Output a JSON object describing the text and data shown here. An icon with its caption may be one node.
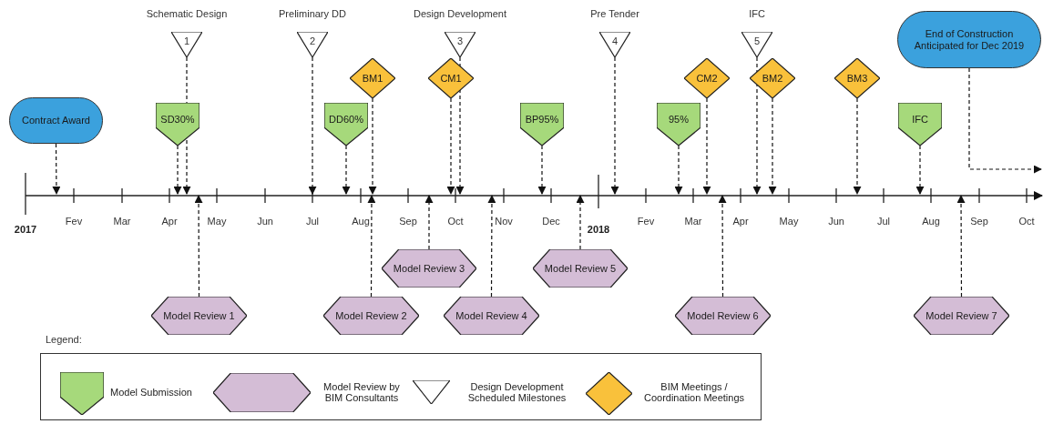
{
  "diagram": {
    "nodes": [
      {
        "text": [
          "Contract Award"
        ]
      },
      {
        "text": [
          "Schematic Design",
          "1"
        ]
      },
      {
        "text": [
          "SD30%"
        ]
      },
      {
        "text": [
          "Model Review 1"
        ]
      },
      {
        "text": [
          "Preliminary DD",
          "2"
        ]
      },
      {
        "text": [
          "DD60%"
        ]
      },
      {
        "text": [
          "BM1"
        ]
      },
      {
        "text": [
          "Model Review 2"
        ]
      },
      {
        "text": [
          "Design Development",
          "3"
        ]
      },
      {
        "text": [
          "CM1"
        ]
      },
      {
        "text": [
          "Model Review 3"
        ]
      },
      {
        "text": [
          "Model Review 4"
        ]
      },
      {
        "text": [
          "BP95%"
        ]
      },
      {
        "text": [
          "Model Review 5"
        ]
      },
      {
        "text": [
          "Pre Tender",
          "4"
        ]
      },
      {
        "text": [
          "95%"
        ]
      },
      {
        "text": [
          "CM2"
        ]
      },
      {
        "text": [
          "Model Review 6"
        ]
      },
      {
        "text": [
          "IFC",
          "5"
        ]
      },
      {
        "text": [
          "BM2"
        ]
      },
      {
        "text": [
          "BM3"
        ]
      },
      {
        "text": [
          "IFC"
        ]
      },
      {
        "text": [
          "Model Review 7"
        ]
      },
      {
        "text": [
          "End of Construction Anticipated for Dec 2019"
        ]
      }
    ],
    "edges": [
      {
        "from": 0,
        "to": null,
        "arrow": "to",
        "style": "dashed"
      },
      {
        "from": 1,
        "to": null,
        "arrow": "to",
        "style": "dashed"
      },
      {
        "from": 2,
        "to": null,
        "arrow": "to",
        "style": "dashed"
      },
      {
        "from": 3,
        "to": null,
        "arrow": "to",
        "style": "dashed"
      },
      {
        "from": 4,
        "to": null,
        "arrow": "to",
        "style": "dashed"
      },
      {
        "from": 5,
        "to": null,
        "arrow": "to",
        "style": "dashed"
      },
      {
        "from": 6,
        "to": null,
        "arrow": "to",
        "style": "dashed"
      },
      {
        "from": 7,
        "to": null,
        "arrow": "to",
        "style": "dashed"
      },
      {
        "from": 8,
        "to": null,
        "arrow": "to",
        "style": "dashed"
      },
      {
        "from": 9,
        "to": null,
        "arrow": "to",
        "style": "dashed"
      },
      {
        "from": 10,
        "to": null,
        "arrow": "to",
        "style": "dashed"
      },
      {
        "from": 11,
        "to": null,
        "arrow": "to",
        "style": "dashed"
      },
      {
        "from": 12,
        "to": null,
        "arrow": "to",
        "style": "dashed"
      },
      {
        "from": 13,
        "to": null,
        "arrow": "to",
        "style": "dashed"
      },
      {
        "from": 14,
        "to": null,
        "arrow": "to",
        "style": "dashed"
      },
      {
        "from": 15,
        "to": null,
        "arrow": "to",
        "style": "dashed"
      },
      {
        "from": 16,
        "to": null,
        "arrow": "to",
        "style": "dashed"
      },
      {
        "from": 17,
        "to": null,
        "arrow": "to",
        "style": "dashed"
      },
      {
        "from": 18,
        "to": null,
        "arrow": "to",
        "style": "dashed"
      },
      {
        "from": 19,
        "to": null,
        "arrow": "to",
        "style": "dashed"
      },
      {
        "from": 20,
        "to": null,
        "arrow": "to",
        "style": "dashed"
      },
      {
        "from": 21,
        "to": null,
        "arrow": "to",
        "style": "dashed"
      },
      {
        "from": 22,
        "to": null,
        "arrow": "to",
        "style": "dashed"
      },
      {
        "from": 23,
        "to": null,
        "arrow": "to",
        "style": "dashed"
      }
    ],
    "labels": [
      "2017",
      "Fev",
      "Mar",
      "Apr",
      "May",
      "Jun",
      "Jul",
      "Aug",
      "Sep",
      "Oct",
      "Nov",
      "Dec",
      "2018",
      "Fev",
      "Mar",
      "Apr",
      "May",
      "Jun",
      "Jul",
      "Aug",
      "Sep",
      "Oct",
      "Legend:"
    ],
    "legend": [
      {
        "text": "Model Submission"
      },
      {
        "text": "Model Review by BIM Consultants"
      },
      {
        "text": "Design Development Scheduled Milestones"
      },
      {
        "text": "BIM Meetings / Coordination Meetings"
      }
    ]
  }
}
